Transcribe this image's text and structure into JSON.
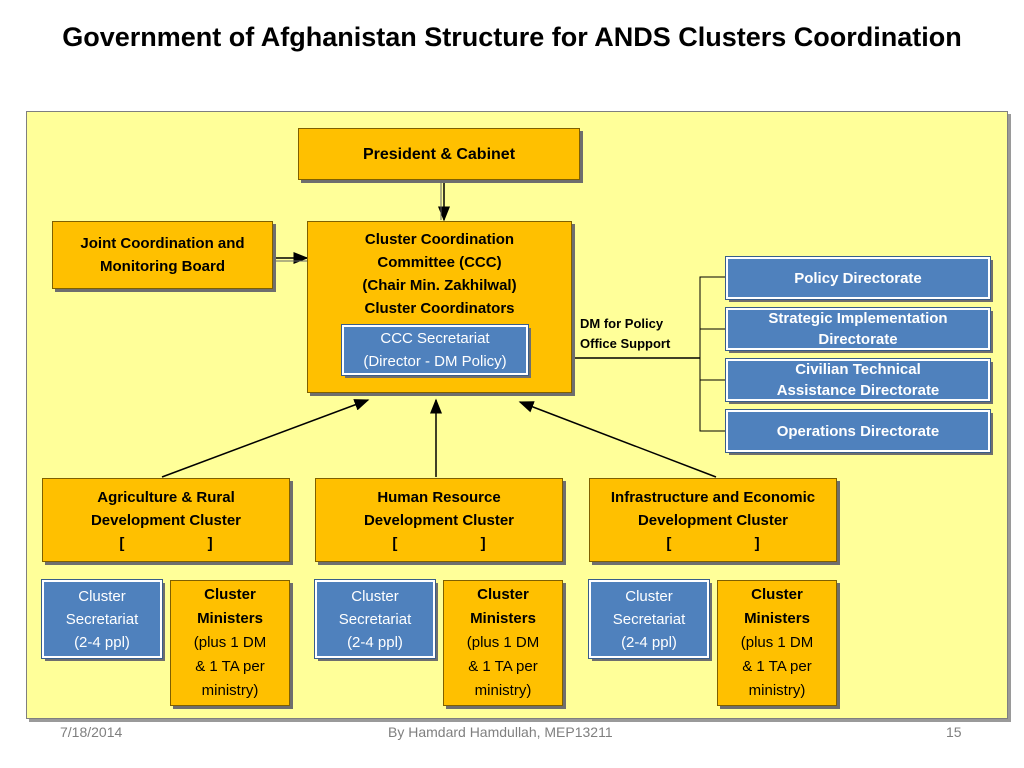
{
  "title": "Government of Afghanistan Structure for ANDS Clusters Coordination",
  "president": "President & Cabinet",
  "jcmb": [
    "Joint Coordination and",
    "Monitoring Board"
  ],
  "ccc": [
    "Cluster Coordination",
    "Committee (CCC)",
    "(Chair Min. Zakhilwal)",
    "Cluster Coordinators"
  ],
  "ccc_secretariat": [
    "CCC Secretariat",
    "(Director - DM Policy)"
  ],
  "dm_label": [
    "DM for Policy",
    "Office Support"
  ],
  "directorates": [
    [
      "Policy Directorate"
    ],
    [
      "Strategic Implementation",
      "Directorate"
    ],
    [
      "Civilian Technical",
      "Assistance Directorate"
    ],
    [
      "Operations Directorate"
    ]
  ],
  "clusters": [
    {
      "name": [
        "Agriculture & Rural",
        "Development Cluster",
        "[                    ]"
      ],
      "secretariat": [
        "Cluster",
        "Secretariat",
        "(2-4 ppl)"
      ],
      "ministers": [
        "Cluster",
        "Ministers",
        "(plus 1 DM",
        "& 1 TA per",
        "ministry)"
      ]
    },
    {
      "name": [
        "Human Resource",
        "Development Cluster",
        "[                    ]"
      ],
      "secretariat": [
        "Cluster",
        "Secretariat",
        "(2-4 ppl)"
      ],
      "ministers": [
        "Cluster",
        "Ministers",
        "(plus 1 DM",
        "& 1 TA per",
        "ministry)"
      ]
    },
    {
      "name": [
        "Infrastructure and Economic",
        "Development Cluster",
        "[                    ]"
      ],
      "secretariat": [
        "Cluster",
        "Secretariat",
        "(2-4 ppl)"
      ],
      "ministers": [
        "Cluster",
        "Ministers",
        "(plus 1 DM",
        "& 1 TA per",
        "ministry)"
      ]
    }
  ],
  "footer": {
    "date": "7/18/2014",
    "author": "By Hamdard Hamdullah, MEP13211",
    "page": "15"
  }
}
